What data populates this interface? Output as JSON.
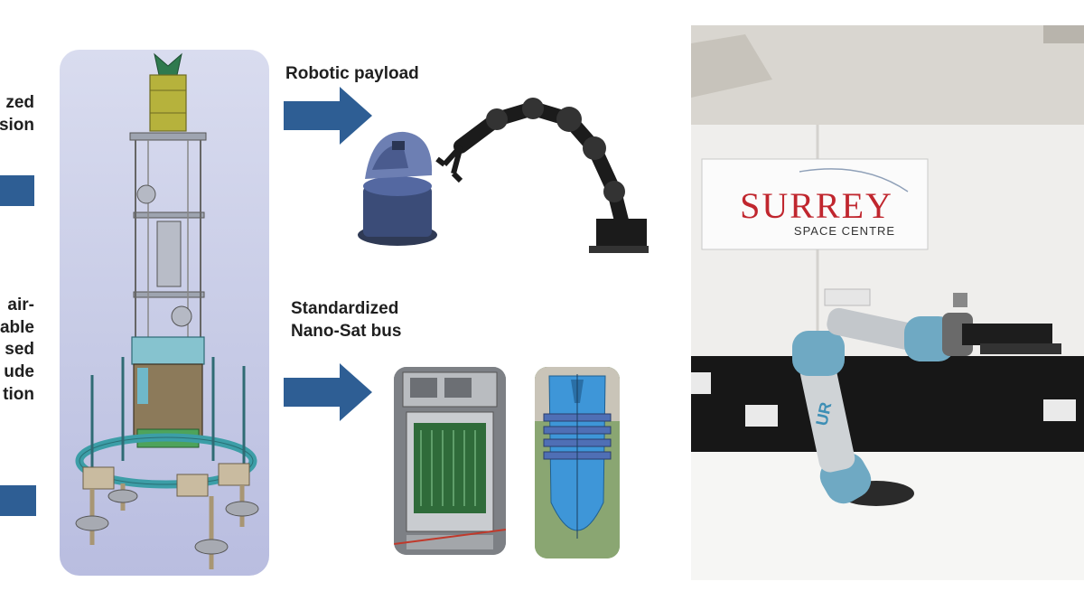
{
  "left_fragments": {
    "top_lines": [
      "zed",
      "sion"
    ],
    "middle_lines": [
      "air-",
      "able",
      "sed",
      "ude",
      "tion"
    ]
  },
  "labels": {
    "robotic_payload": "Robotic payload",
    "nanosat_line1": "Standardized",
    "nanosat_line2": "Nano-Sat bus"
  },
  "sign": {
    "title": "SURREY",
    "subtitle": "SPACE CENTRE"
  },
  "colors": {
    "arrow_blue": "#2e5e94",
    "sign_red": "#c0262e",
    "cad_panel": "#c7cbe6",
    "robot_teal": "#6fa9c3"
  },
  "icons": [
    "right-arrow-icon"
  ]
}
